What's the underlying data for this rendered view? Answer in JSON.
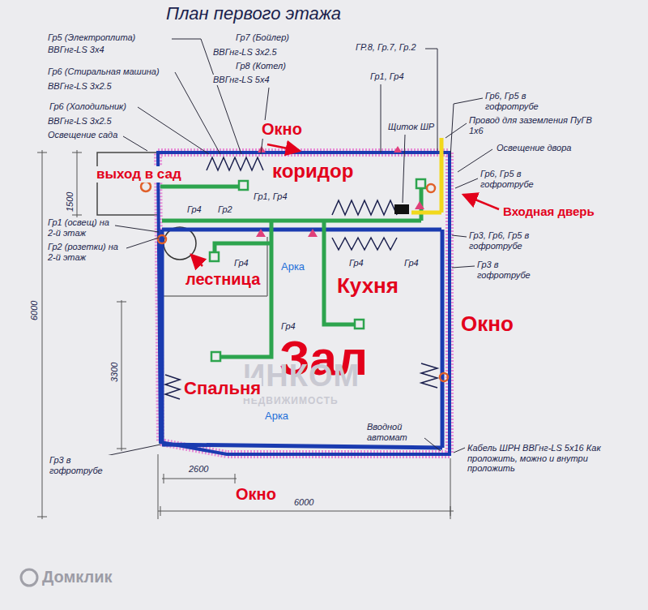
{
  "diagram": {
    "title": "План первого этажа",
    "labels": [
      "Гр5 (Электроплита)",
      "ВВГнг-LS 3х4",
      "Гр6 (Стиральная машина)",
      "ВВГнг-LS 3х2.5",
      "Гр6 (Холодильник)",
      "ВВГнг-LS 3х2.5",
      "Освещение сада",
      "Гр7 (Бойлер)",
      "ВВГнг-LS 3х2.5",
      "Гр8 (Котел)",
      "ВВГнг-LS 5х4",
      "ГР.8, Гр.7, Гр.2",
      "Гр1, Гр4",
      "Гр6, Гр5 в гофротрубе",
      "Щиток ШР",
      "Провод для заземления ПуГВ 1х6",
      "Освещение двора",
      "Гр6, Гр5 в гофротрубе",
      "Окно",
      "коридор",
      "выход в сад",
      "Входная дверь",
      "1500",
      "Гр4",
      "Гр2",
      "Гр1, Гр4",
      "Гр1 (освещ) на 2-й этаж",
      "Гр2 (розетки) на 2-й этаж",
      "Гр4",
      "Арка",
      "лестница",
      "Кухня",
      "Гр4",
      "Гр4",
      "Гр3, Гр6, Гр5 в гофротрубе",
      "Гр3 в гофротрубе",
      "Окно",
      "6000",
      "3300",
      "Гр4",
      "Зал",
      "ИНКОМ",
      "НЕДВИЖИМОСТЬ",
      "Спальня",
      "Арка",
      "Вводной автомат",
      "Кабель ШРН ВВГнг-LS 5х16 Как проложить, можно и внутри проложить",
      "Гр3 в гофротрубе",
      "2600",
      "Окно",
      "6000",
      "Домклик"
    ]
  }
}
